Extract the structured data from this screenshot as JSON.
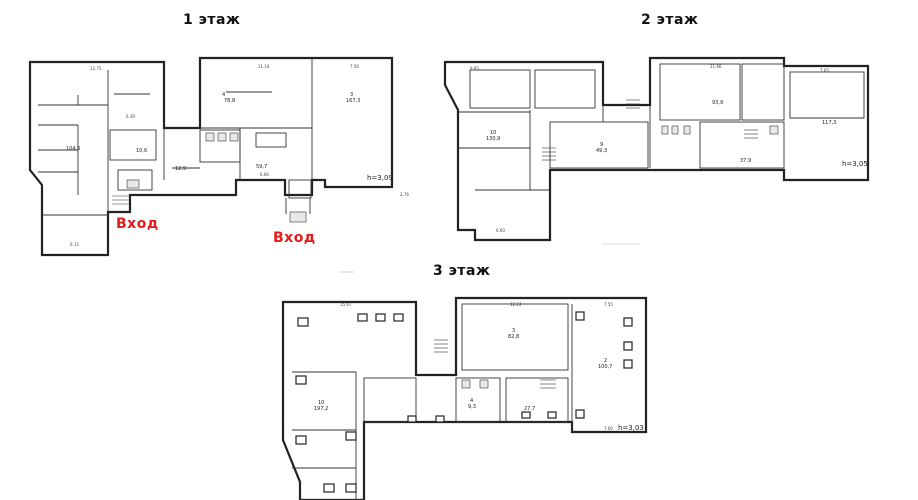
{
  "floors": [
    {
      "title": "1 этаж",
      "height_label": "h=3,09",
      "entrances": [
        "Вход",
        "Вход"
      ]
    },
    {
      "title": "2 этаж",
      "height_label": "h=3,05"
    },
    {
      "title": "3 этаж",
      "height_label": "h=3,03"
    }
  ]
}
